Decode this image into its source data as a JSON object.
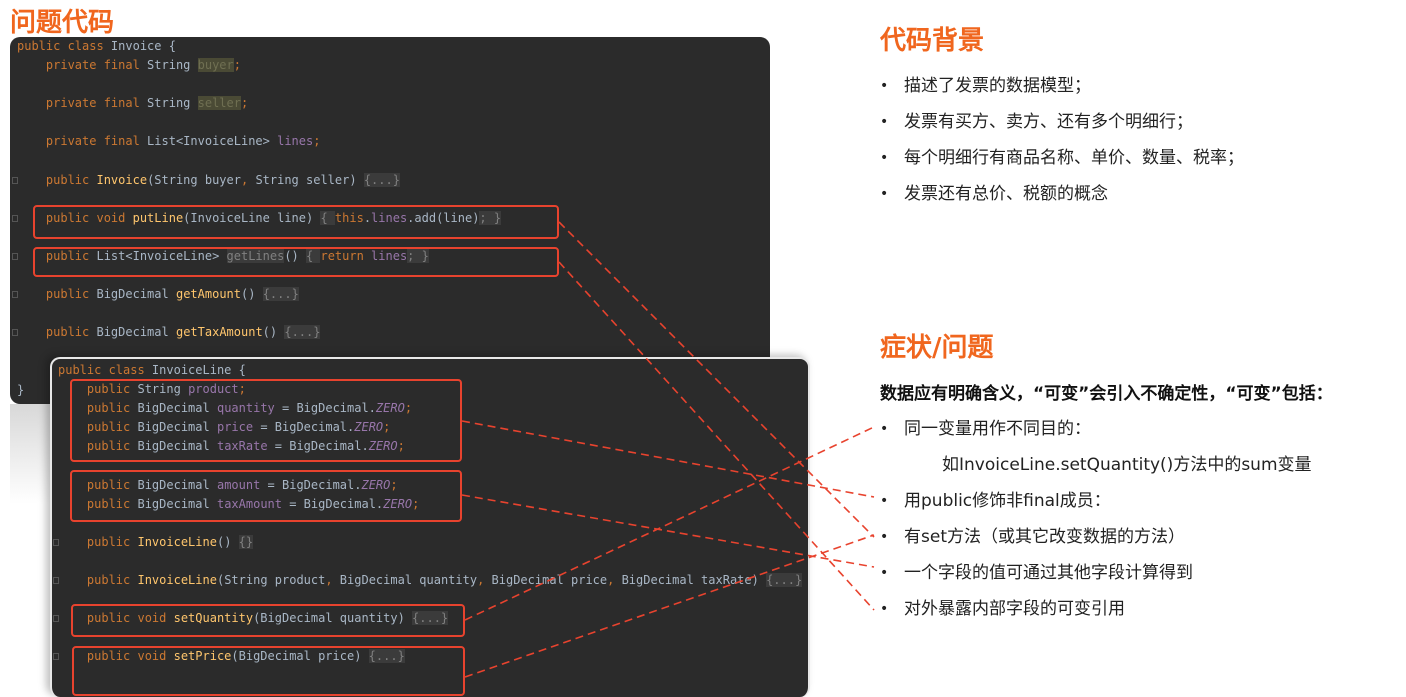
{
  "left_title": "问题代码",
  "bg_title": "代码背景",
  "bg_bullets": [
    "描述了发票的数据模型；",
    "发票有买方、卖方、还有多个明细行；",
    "每个明细行有商品名称、单价、数量、税率；",
    "发票还有总价、税额的概念"
  ],
  "issue_title": "症状/问题",
  "issue_lead": "数据应有明确含义，“可变”会引入不确定性，“可变”包括：",
  "issue_bullets": [
    {
      "text": "同一变量用作不同目的：",
      "bullet": true
    },
    {
      "text": "如InvoiceLine.setQuantity()方法中的sum变量",
      "bullet": false
    },
    {
      "text": "用public修饰非final成员：",
      "bullet": true
    },
    {
      "text": "有set方法（或其它改变数据的方法）",
      "bullet": true
    },
    {
      "text": "一个字段的值可通过其他字段计算得到",
      "bullet": true
    },
    {
      "text": "对外暴露内部字段的可变引用",
      "bullet": true
    }
  ],
  "colors": {
    "accent": "#f0661e",
    "link": "#e8432e",
    "editor_bg": "#2b2b2b"
  },
  "invoice_code": [
    {
      "fold": false,
      "tokens": [
        [
          "public class ",
          "k"
        ],
        [
          "Invoice {",
          "p"
        ]
      ]
    },
    {
      "fold": false,
      "tokens": [
        [
          "    private final ",
          "k"
        ],
        [
          "String ",
          "p"
        ],
        [
          "buyer",
          "h"
        ],
        [
          ";",
          "k"
        ]
      ]
    },
    {
      "fold": false,
      "tokens": []
    },
    {
      "fold": false,
      "tokens": [
        [
          "    private final ",
          "k"
        ],
        [
          "String ",
          "p"
        ],
        [
          "seller",
          "h"
        ],
        [
          ";",
          "k"
        ]
      ]
    },
    {
      "fold": false,
      "tokens": []
    },
    {
      "fold": false,
      "tokens": [
        [
          "    private final ",
          "k"
        ],
        [
          "List<InvoiceLine> ",
          "p"
        ],
        [
          "lines",
          "f"
        ],
        [
          ";",
          "k"
        ]
      ]
    },
    {
      "fold": false,
      "tokens": []
    },
    {
      "fold": true,
      "tokens": [
        [
          "    public ",
          "k"
        ],
        [
          "Invoice",
          "m"
        ],
        [
          "(String buyer",
          "p"
        ],
        [
          ", ",
          "k"
        ],
        [
          "String seller) ",
          "p"
        ],
        [
          "{...}",
          "g"
        ]
      ]
    },
    {
      "fold": false,
      "tokens": []
    },
    {
      "fold": true,
      "tokens": [
        [
          "    public void ",
          "k"
        ],
        [
          "putLine",
          "m"
        ],
        [
          "(InvoiceLine line) ",
          "p"
        ],
        [
          "{ ",
          "g"
        ],
        [
          "this",
          "k"
        ],
        [
          ".",
          "p"
        ],
        [
          "lines",
          "f"
        ],
        [
          ".add(line)",
          "p"
        ],
        [
          "; }",
          "g"
        ]
      ]
    },
    {
      "fold": false,
      "tokens": []
    },
    {
      "fold": true,
      "tokens": [
        [
          "    public ",
          "k"
        ],
        [
          "List<InvoiceLine> ",
          "p"
        ],
        [
          "getLines",
          "g"
        ],
        [
          "() ",
          "p"
        ],
        [
          "{ ",
          "g"
        ],
        [
          "return ",
          "k"
        ],
        [
          "lines",
          "f"
        ],
        [
          "; }",
          "g"
        ]
      ]
    },
    {
      "fold": false,
      "tokens": []
    },
    {
      "fold": true,
      "tokens": [
        [
          "    public ",
          "k"
        ],
        [
          "BigDecimal ",
          "p"
        ],
        [
          "getAmount",
          "m"
        ],
        [
          "() ",
          "p"
        ],
        [
          "{...}",
          "g"
        ]
      ]
    },
    {
      "fold": false,
      "tokens": []
    },
    {
      "fold": true,
      "tokens": [
        [
          "    public ",
          "k"
        ],
        [
          "BigDecimal ",
          "p"
        ],
        [
          "getTaxAmount",
          "m"
        ],
        [
          "() ",
          "p"
        ],
        [
          "{...}",
          "g"
        ]
      ]
    },
    {
      "fold": false,
      "tokens": []
    },
    {
      "fold": false,
      "tokens": []
    },
    {
      "fold": false,
      "tokens": [
        [
          "}",
          "p"
        ]
      ]
    }
  ],
  "invoiceline_code": [
    {
      "fold": false,
      "tokens": [
        [
          "public class ",
          "k"
        ],
        [
          "InvoiceLine {",
          "p"
        ]
      ]
    },
    {
      "fold": false,
      "tokens": [
        [
          "    public ",
          "k"
        ],
        [
          "String ",
          "p"
        ],
        [
          "product",
          "f"
        ],
        [
          ";",
          "k"
        ]
      ]
    },
    {
      "fold": false,
      "tokens": [
        [
          "    public ",
          "k"
        ],
        [
          "BigDecimal ",
          "p"
        ],
        [
          "quantity",
          "f"
        ],
        [
          " = BigDecimal.",
          "p"
        ],
        [
          "ZERO",
          "z"
        ],
        [
          ";",
          "k"
        ]
      ]
    },
    {
      "fold": false,
      "tokens": [
        [
          "    public ",
          "k"
        ],
        [
          "BigDecimal ",
          "p"
        ],
        [
          "price",
          "f"
        ],
        [
          " = BigDecimal.",
          "p"
        ],
        [
          "ZERO",
          "z"
        ],
        [
          ";",
          "k"
        ]
      ]
    },
    {
      "fold": false,
      "tokens": [
        [
          "    public ",
          "k"
        ],
        [
          "BigDecimal ",
          "p"
        ],
        [
          "taxRate",
          "f"
        ],
        [
          " = BigDecimal.",
          "p"
        ],
        [
          "ZERO",
          "z"
        ],
        [
          ";",
          "k"
        ]
      ]
    },
    {
      "fold": false,
      "tokens": []
    },
    {
      "fold": false,
      "tokens": [
        [
          "    public ",
          "k"
        ],
        [
          "BigDecimal ",
          "p"
        ],
        [
          "amount",
          "f"
        ],
        [
          " = BigDecimal.",
          "p"
        ],
        [
          "ZERO",
          "z"
        ],
        [
          ";",
          "k"
        ]
      ]
    },
    {
      "fold": false,
      "tokens": [
        [
          "    public ",
          "k"
        ],
        [
          "BigDecimal ",
          "p"
        ],
        [
          "taxAmount",
          "f"
        ],
        [
          " = BigDecimal.",
          "p"
        ],
        [
          "ZERO",
          "z"
        ],
        [
          ";",
          "k"
        ]
      ]
    },
    {
      "fold": false,
      "tokens": []
    },
    {
      "fold": true,
      "tokens": [
        [
          "    public ",
          "k"
        ],
        [
          "InvoiceLine",
          "m"
        ],
        [
          "() ",
          "p"
        ],
        [
          "{}",
          "g"
        ]
      ]
    },
    {
      "fold": false,
      "tokens": []
    },
    {
      "fold": true,
      "tokens": [
        [
          "    public ",
          "k"
        ],
        [
          "InvoiceLine",
          "m"
        ],
        [
          "(String product",
          "p"
        ],
        [
          ", ",
          "k"
        ],
        [
          "BigDecimal quantity",
          "p"
        ],
        [
          ", ",
          "k"
        ],
        [
          "BigDecimal price",
          "p"
        ],
        [
          ", ",
          "k"
        ],
        [
          "BigDecimal taxRate) ",
          "p"
        ],
        [
          "{...}",
          "g"
        ]
      ]
    },
    {
      "fold": false,
      "tokens": []
    },
    {
      "fold": true,
      "tokens": [
        [
          "    public void ",
          "k"
        ],
        [
          "setQuantity",
          "m"
        ],
        [
          "(BigDecimal quantity) ",
          "p"
        ],
        [
          "{...}",
          "g"
        ]
      ]
    },
    {
      "fold": false,
      "tokens": []
    },
    {
      "fold": true,
      "tokens": [
        [
          "    public void ",
          "k"
        ],
        [
          "setPrice",
          "m"
        ],
        [
          "(BigDecimal price) ",
          "p"
        ],
        [
          "{...}",
          "g"
        ]
      ]
    }
  ]
}
